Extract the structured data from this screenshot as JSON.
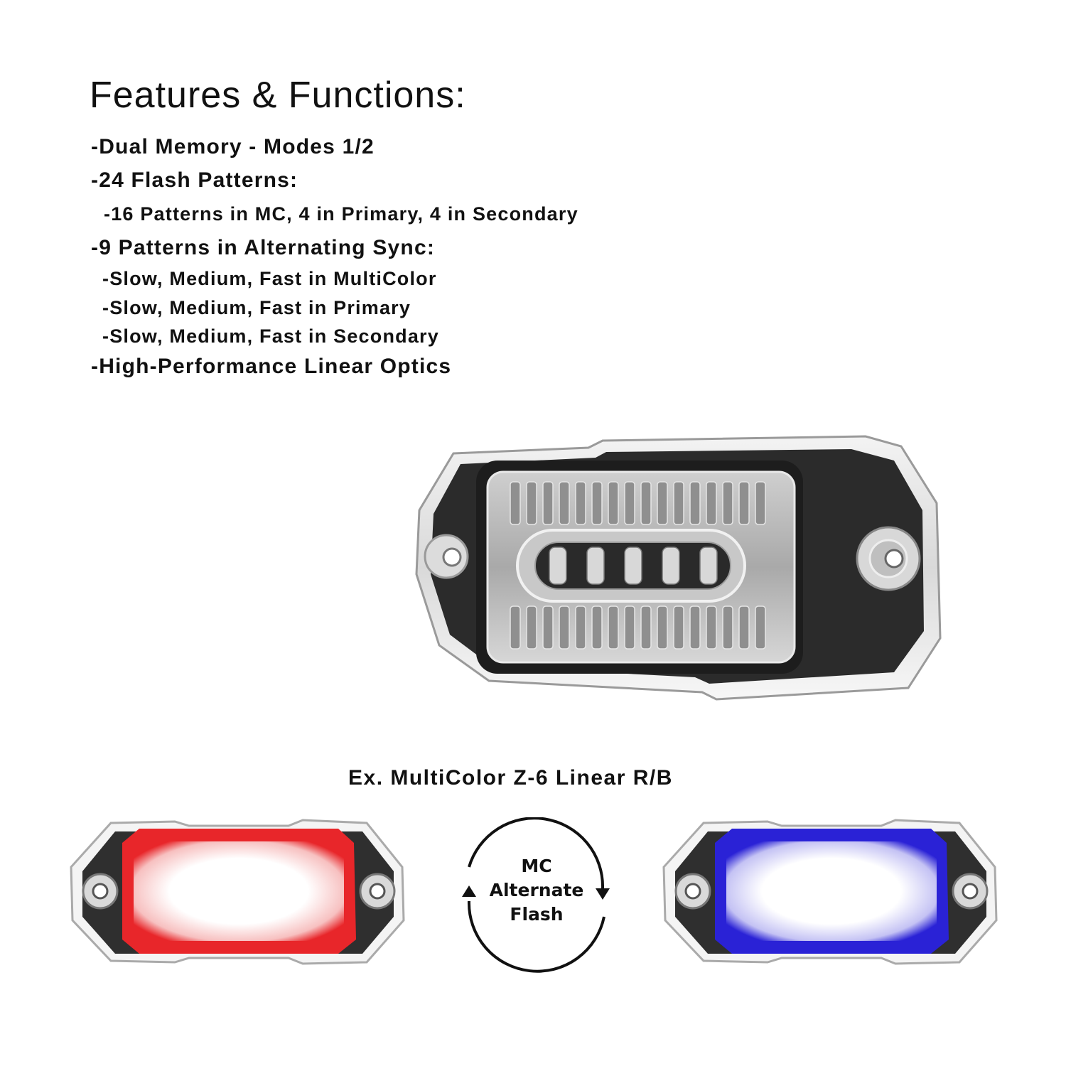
{
  "header": {
    "title": "Features & Functions:"
  },
  "features": [
    {
      "text": "-Dual Memory - Modes 1/2",
      "level": 1
    },
    {
      "text": "-24 Flash Patterns:",
      "level": 1
    },
    {
      "text": "-16 Patterns in MC, 4 in Primary, 4 in Secondary",
      "level": 2
    },
    {
      "text": "-9 Patterns in Alternating Sync:",
      "level": 1
    },
    {
      "text": "-Slow, Medium, Fast in MultiColor",
      "level": 2
    },
    {
      "text": "-Slow, Medium, Fast in Primary",
      "level": 2
    },
    {
      "text": "-Slow, Medium, Fast in Secondary",
      "level": 2
    },
    {
      "text": "-High-Performance Linear Optics",
      "level": 1
    }
  ],
  "example": {
    "label": "Ex. MultiColor Z-6 Linear R/B",
    "cycle": {
      "line1": "MC",
      "line2": "Alternate",
      "line3": "Flash"
    },
    "left_color": "#e8262a",
    "right_color": "#2a22d6"
  },
  "colors": {
    "text": "#111111",
    "housing": "#2b2b2b",
    "background": "#ffffff"
  }
}
